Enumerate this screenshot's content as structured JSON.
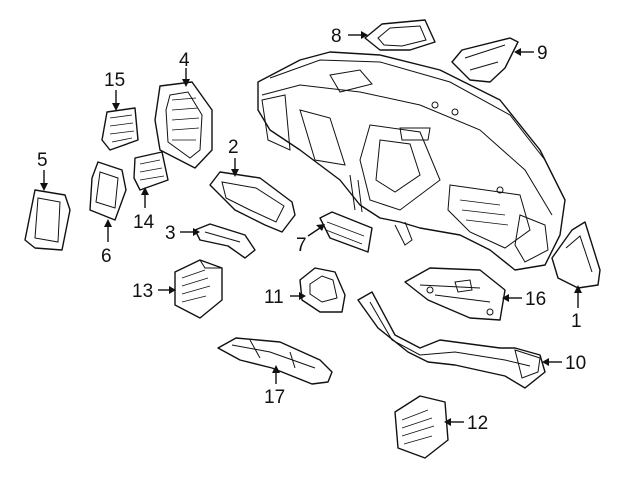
{
  "diagram": {
    "callouts": [
      {
        "id": "1",
        "label": "1"
      },
      {
        "id": "2",
        "label": "2"
      },
      {
        "id": "3",
        "label": "3"
      },
      {
        "id": "4",
        "label": "4"
      },
      {
        "id": "5",
        "label": "5"
      },
      {
        "id": "6",
        "label": "6"
      },
      {
        "id": "7",
        "label": "7"
      },
      {
        "id": "8",
        "label": "8"
      },
      {
        "id": "9",
        "label": "9"
      },
      {
        "id": "10",
        "label": "10"
      },
      {
        "id": "11",
        "label": "11"
      },
      {
        "id": "12",
        "label": "12"
      },
      {
        "id": "13",
        "label": "13"
      },
      {
        "id": "14",
        "label": "14"
      },
      {
        "id": "15",
        "label": "15"
      },
      {
        "id": "16",
        "label": "16"
      },
      {
        "id": "17",
        "label": "17"
      }
    ],
    "colors": {
      "line": "#111111",
      "background": "#ffffff"
    }
  }
}
